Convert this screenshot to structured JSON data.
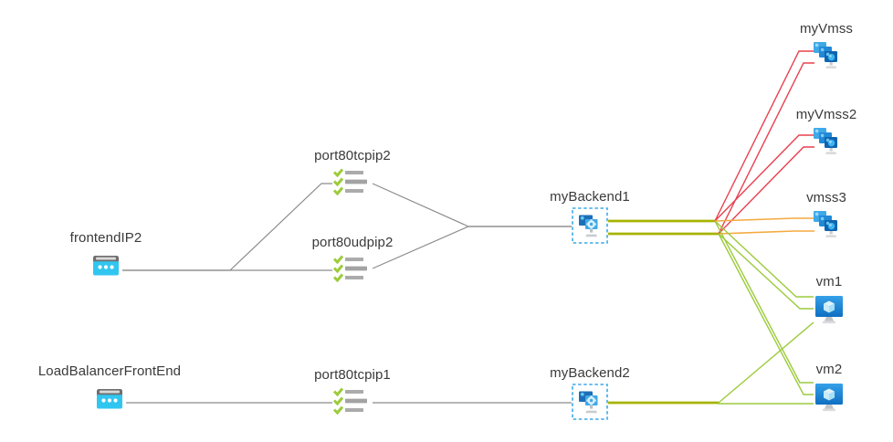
{
  "diagram": {
    "nodes": [
      {
        "id": "frontendIP2",
        "label": "frontendIP2",
        "icon": "frontend-ip"
      },
      {
        "id": "LoadBalancerFrontEnd",
        "label": "LoadBalancerFrontEnd",
        "icon": "frontend-ip"
      },
      {
        "id": "port80tcpip2",
        "label": "port80tcpip2",
        "icon": "lb-rule"
      },
      {
        "id": "port80udpip2",
        "label": "port80udpip2",
        "icon": "lb-rule"
      },
      {
        "id": "port80tcpip1",
        "label": "port80tcpip1",
        "icon": "lb-rule"
      },
      {
        "id": "myBackend1",
        "label": "myBackend1",
        "icon": "backend-pool"
      },
      {
        "id": "myBackend2",
        "label": "myBackend2",
        "icon": "backend-pool"
      },
      {
        "id": "myVmss",
        "label": "myVmss",
        "icon": "vmss"
      },
      {
        "id": "myVmss2",
        "label": "myVmss2",
        "icon": "vmss"
      },
      {
        "id": "vmss3",
        "label": "vmss3",
        "icon": "vmss"
      },
      {
        "id": "vm1",
        "label": "vm1",
        "icon": "vm"
      },
      {
        "id": "vm2",
        "label": "vm2",
        "icon": "vm"
      }
    ],
    "edges": [
      {
        "key": "fip2-tcp2",
        "from": "frontendIP2",
        "to": "port80tcpip2",
        "status": "plain"
      },
      {
        "key": "fip2-udp2",
        "from": "frontendIP2",
        "to": "port80udpip2",
        "status": "plain"
      },
      {
        "key": "tcp2-be1",
        "from": "port80tcpip2",
        "to": "myBackend1",
        "status": "plain"
      },
      {
        "key": "udp2-be1",
        "from": "port80udpip2",
        "to": "myBackend1",
        "status": "plain"
      },
      {
        "key": "lbfe-tcp1",
        "from": "LoadBalancerFrontEnd",
        "to": "port80tcpip1",
        "status": "plain"
      },
      {
        "key": "tcp1-be2",
        "from": "port80tcpip1",
        "to": "myBackend2",
        "status": "plain"
      },
      {
        "key": "be1-trunk1",
        "from": "myBackend1",
        "to": "fanout",
        "status": "trunk"
      },
      {
        "key": "be1-trunk2",
        "from": "myBackend1",
        "to": "fanout",
        "status": "trunk"
      },
      {
        "key": "be2-trunk",
        "from": "myBackend2",
        "to": "fanout",
        "status": "trunk"
      },
      {
        "key": "be1-myvmss-1",
        "from": "myBackend1",
        "to": "myVmss",
        "status": "critical"
      },
      {
        "key": "be1-myvmss-2",
        "from": "myBackend1",
        "to": "myVmss",
        "status": "critical"
      },
      {
        "key": "be1-myvmss2-1",
        "from": "myBackend1",
        "to": "myVmss2",
        "status": "critical"
      },
      {
        "key": "be1-myvmss2-2",
        "from": "myBackend1",
        "to": "myVmss2",
        "status": "critical"
      },
      {
        "key": "be1-vmss3-1",
        "from": "myBackend1",
        "to": "vmss3",
        "status": "warning"
      },
      {
        "key": "be1-vmss3-2",
        "from": "myBackend1",
        "to": "vmss3",
        "status": "warning"
      },
      {
        "key": "be1-vm1-1",
        "from": "myBackend1",
        "to": "vm1",
        "status": "healthy"
      },
      {
        "key": "be1-vm1-2",
        "from": "myBackend1",
        "to": "vm1",
        "status": "healthy"
      },
      {
        "key": "be1-vm2-1",
        "from": "myBackend1",
        "to": "vm2",
        "status": "healthy"
      },
      {
        "key": "be1-vm2-2",
        "from": "myBackend1",
        "to": "vm2",
        "status": "healthy"
      },
      {
        "key": "be2-vm1",
        "from": "myBackend2",
        "to": "vm1",
        "status": "healthy"
      },
      {
        "key": "be2-vm2",
        "from": "myBackend2",
        "to": "vm2",
        "status": "healthy"
      }
    ],
    "status_colors": {
      "plain": "#8C8C8C",
      "trunk": "#A6B400",
      "healthy": "#9CCB3D",
      "warning": "#F5A93E",
      "critical": "#E8414F"
    }
  }
}
